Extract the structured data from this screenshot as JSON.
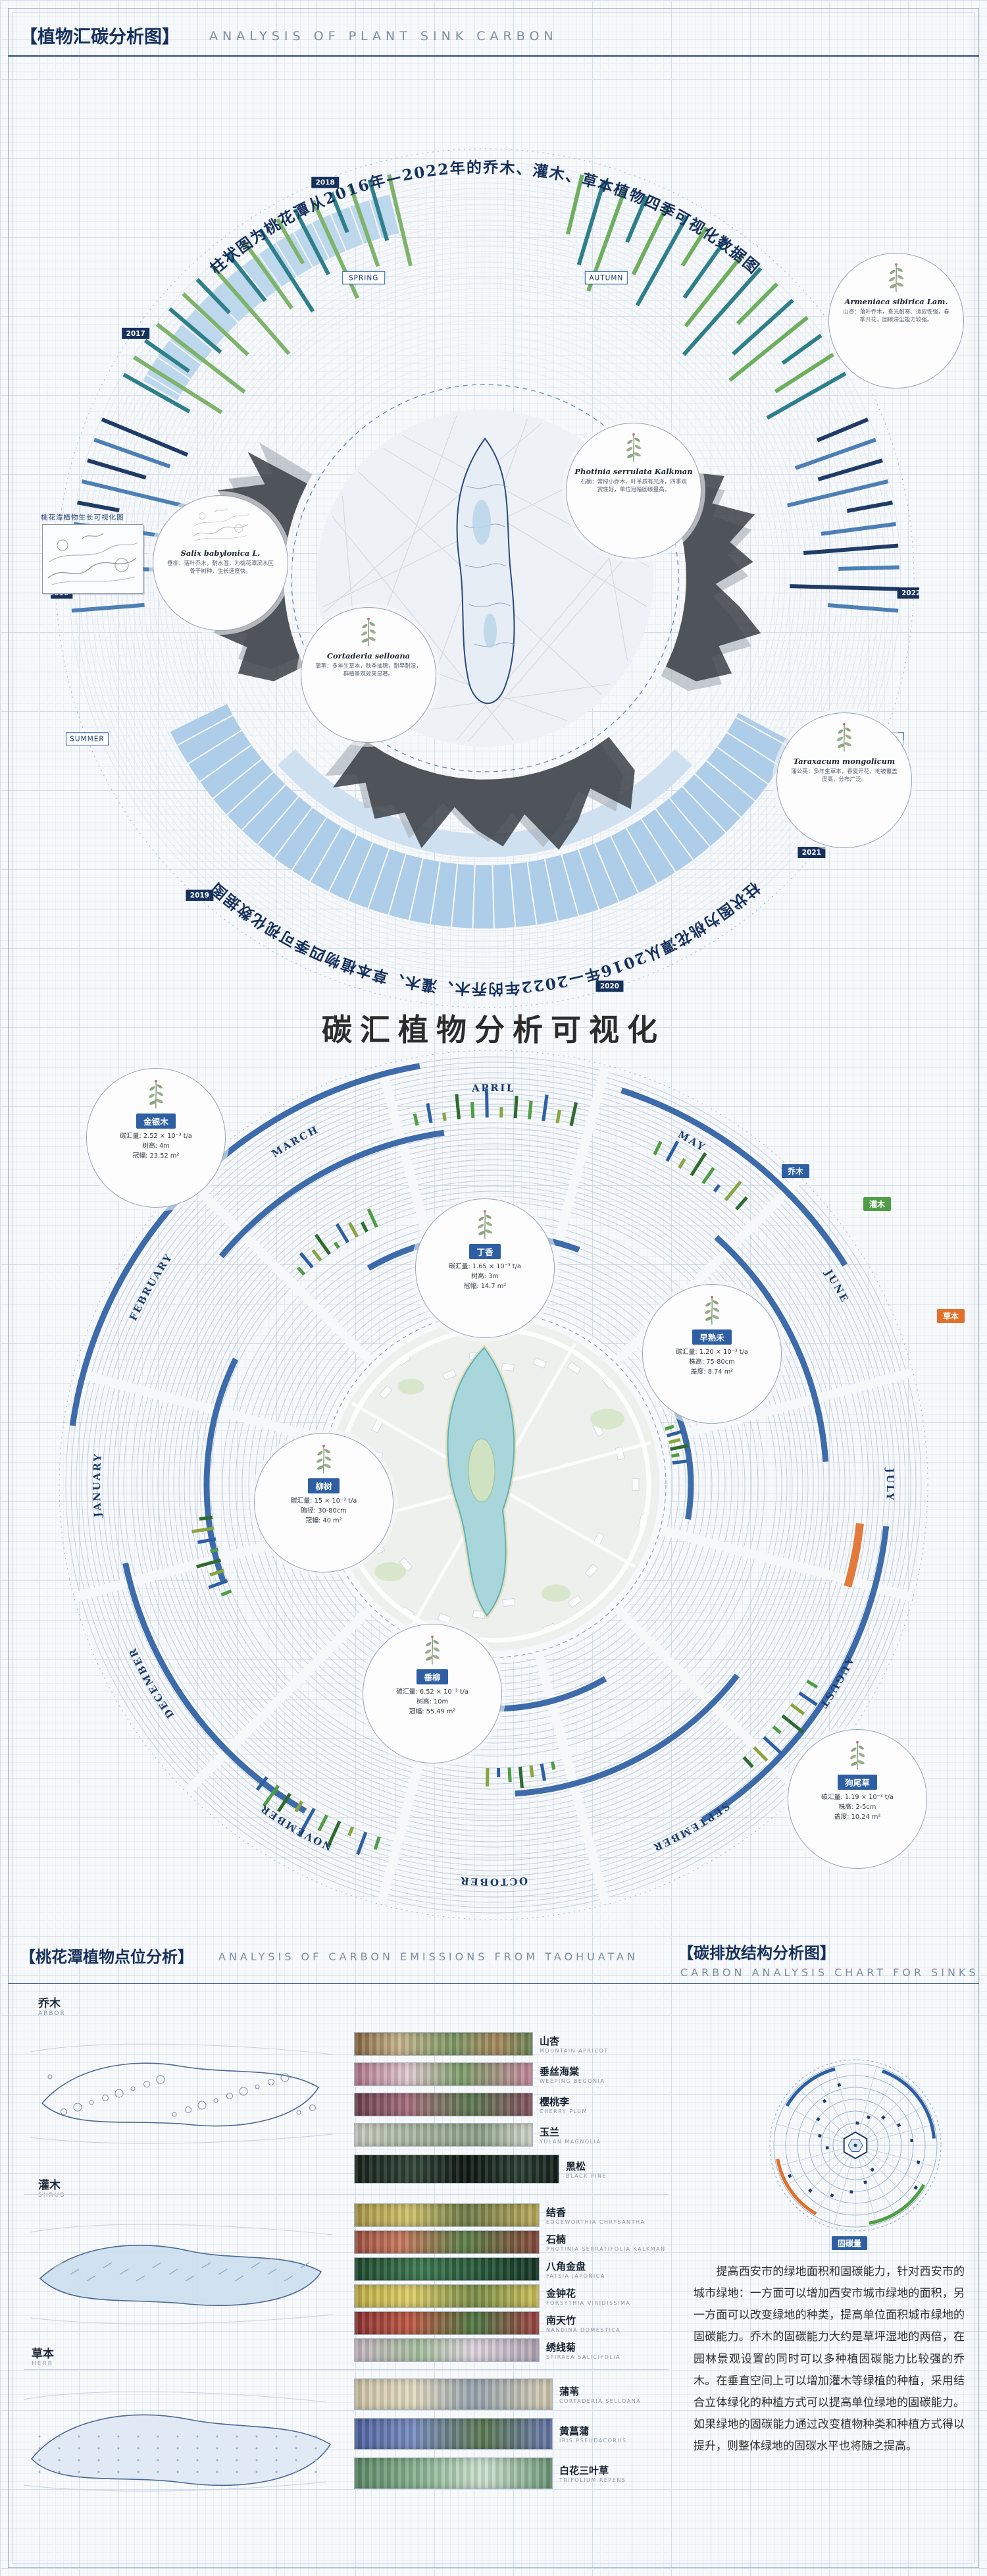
{
  "header": {
    "title_cn": "【植物汇碳分析图】",
    "title_en": "ANALYSIS OF PLANT SINK CARBON"
  },
  "colors": {
    "accent_navy": "#16305c",
    "accent_blue": "#2e5fa3",
    "teal": "#2e7f8a",
    "green": "#4f9d45",
    "orange": "#e0702a",
    "light_blue_band": "#aecde8"
  },
  "top_chart": {
    "arc_title": "柱状图为桃花潭从2016年—2022年的乔木、灌木、草本植物四季可视化数据图",
    "sketch_caption": "桃花潭植物生长可视化图",
    "seasons": [
      {
        "label": "SPRING",
        "angle": -22,
        "r": 492
      },
      {
        "label": "AUTUMN",
        "angle": 22,
        "r": 492
      },
      {
        "label": "WINTER",
        "angle": 112,
        "r": 652
      },
      {
        "label": "SUMMER",
        "angle": 248,
        "r": 652
      }
    ],
    "years": [
      {
        "label": "2016",
        "angle": 268
      },
      {
        "label": "2017",
        "angle": 305
      },
      {
        "label": "2018",
        "angle": 338
      },
      {
        "label": "2019",
        "angle": 222
      },
      {
        "label": "2020",
        "angle": 163
      },
      {
        "label": "2021",
        "angle": 130
      },
      {
        "label": "2022",
        "angle": 92
      }
    ],
    "bar_groups": [
      {
        "a0": -62,
        "a1": -12,
        "colors": [
          "#2e7f8a",
          "#7fb36b"
        ],
        "values": [
          0.62,
          0.85,
          0.44,
          0.91,
          0.55,
          0.73,
          0.38,
          0.96,
          0.5,
          0.68,
          0.8,
          0.42,
          0.6,
          0.88,
          0.35,
          0.7,
          0.52,
          0.77
        ]
      },
      {
        "a0": 12,
        "a1": 62,
        "colors": [
          "#6fae5e",
          "#2e7f8a"
        ],
        "values": [
          0.5,
          0.72,
          0.9,
          0.41,
          0.63,
          0.84,
          0.37,
          0.58,
          0.76,
          0.95,
          0.46,
          0.66,
          0.82,
          0.39,
          0.57,
          0.74
        ]
      },
      {
        "a0": 66,
        "a1": 96,
        "colors": [
          "#1f3b66",
          "#4d7fb5"
        ],
        "values": [
          0.45,
          0.7,
          0.55,
          0.85,
          0.38,
          0.62,
          0.78,
          0.5,
          0.9,
          0.58
        ]
      },
      {
        "a0": 264,
        "a1": 294,
        "colors": [
          "#4d7fb5",
          "#1f3b66"
        ],
        "values": [
          0.6,
          0.42,
          0.8,
          0.55,
          0.7,
          0.35,
          0.88,
          0.5,
          0.66,
          0.76
        ]
      }
    ],
    "mountains": [
      {
        "a0": 62,
        "a1": 116,
        "peaks": [
          0.3,
          0.7,
          0.45,
          0.9,
          0.55,
          0.8,
          0.35,
          0.65,
          0.95,
          0.5,
          0.75,
          0.4
        ]
      },
      {
        "a0": 142,
        "a1": 216,
        "peaks": [
          0.5,
          0.85,
          0.4,
          0.7,
          0.95,
          0.45,
          0.8,
          0.6,
          0.35,
          0.9,
          0.55,
          0.75,
          0.42,
          0.68
        ]
      },
      {
        "a0": 244,
        "a1": 298,
        "peaks": [
          0.4,
          0.75,
          0.55,
          0.9,
          0.35,
          0.7,
          0.85,
          0.5,
          0.65,
          0.95,
          0.45,
          0.8
        ]
      }
    ],
    "plants": [
      {
        "name": "Armeniaca sibirica Lam.",
        "desc": "山杏：落叶乔木，喜光耐寒、适应性强，春季开花，固碳滞尘能力较强。"
      },
      {
        "name": "Photinia serrulata Kalkman",
        "desc": "石楠：常绿小乔木，叶革质有光泽，四季观赏性好，单位冠幅固碳量高。"
      },
      {
        "name": "Salix babylonica L.",
        "desc": "垂柳：落叶乔木，耐水湿，为桃花潭滨水区骨干树种，生长速度快。"
      },
      {
        "name": "Cortaderia selloana",
        "desc": "蒲苇：多年生草本，秋季抽穗，耐旱耐湿，群植景观效果显著。"
      },
      {
        "name": "Taraxacum mongolicum",
        "desc": "蒲公英：多年生草本，春夏开花，地被覆盖度高，分布广泛。"
      }
    ]
  },
  "middle_chart": {
    "title": "碳汇植物分析可视化",
    "months": [
      "JANUARY",
      "FEBRUARY",
      "MARCH",
      "APRIL",
      "MAY",
      "JUNE",
      "JULY",
      "AUGUST",
      "SEPTEMBER",
      "OCTOBER",
      "NOVEMBER",
      "DECEMBER"
    ],
    "legend": [
      {
        "label": "乔木",
        "color": "#2e5fa3"
      },
      {
        "label": "灌木",
        "color": "#4f9d45"
      },
      {
        "label": "草本",
        "color": "#e0702a"
      }
    ],
    "blue_arcs": [
      {
        "r": 646,
        "a0": 278,
        "a1": 350
      },
      {
        "r": 630,
        "a0": 18,
        "a1": 58
      },
      {
        "r": 600,
        "a0": 96,
        "a1": 148
      },
      {
        "r": 572,
        "a0": 210,
        "a1": 258
      },
      {
        "r": 540,
        "a0": 310,
        "a1": 352
      },
      {
        "r": 506,
        "a0": 42,
        "a1": 86
      },
      {
        "r": 470,
        "a0": 128,
        "a1": 176
      },
      {
        "r": 436,
        "a0": 250,
        "a1": 296
      },
      {
        "r": 380,
        "a0": 330,
        "a1": 380
      },
      {
        "r": 340,
        "a0": 150,
        "a1": 210
      },
      {
        "r": 300,
        "a0": 60,
        "a1": 100
      },
      {
        "r": 560,
        "a0": 96,
        "a1": 106,
        "color": "#e0702a",
        "w": 12
      }
    ],
    "bar_clusters": [
      {
        "angle": -12,
        "base": 558,
        "values": [
          18,
          30,
          12,
          38,
          24,
          44,
          16,
          34,
          28,
          40,
          20,
          36
        ]
      },
      {
        "angle": 26,
        "base": 558,
        "values": [
          22,
          34,
          16,
          40,
          28,
          12,
          36,
          24
        ]
      },
      {
        "angle": 318,
        "base": 430,
        "values": [
          14,
          28,
          20,
          36,
          10,
          32,
          24,
          16,
          30
        ]
      },
      {
        "angle": 350,
        "base": 274,
        "values": [
          12,
          24,
          18,
          30,
          14,
          26,
          20
        ]
      },
      {
        "angle": 198,
        "base": 562,
        "values": [
          20,
          36,
          14,
          42,
          26,
          48,
          18,
          32,
          38,
          24
        ]
      },
      {
        "angle": 248,
        "base": 430,
        "values": [
          16,
          30,
          22,
          38,
          12,
          28,
          34,
          20
        ]
      },
      {
        "angle": 122,
        "base": 562,
        "values": [
          18,
          32,
          24,
          40,
          14,
          36,
          28,
          20
        ]
      },
      {
        "angle": 168,
        "base": 430,
        "values": [
          12,
          26,
          18,
          32,
          22,
          14,
          28
        ]
      },
      {
        "angle": 72,
        "base": 274,
        "values": [
          14,
          24,
          18,
          28,
          12,
          22
        ]
      }
    ],
    "plants": [
      {
        "name": "金银木",
        "s1": "碳汇量: 2.52 × 10⁻³ t/a",
        "s2": "树高: 4m",
        "s3": "冠幅: 23.52 m²"
      },
      {
        "name": "丁香",
        "s1": "碳汇量: 1.65 × 10⁻³ t/a",
        "s2": "树高: 3m",
        "s3": "冠幅: 14.7 m²"
      },
      {
        "name": "早熟禾",
        "s1": "碳汇量: 1.20 × 10⁻³ t/a",
        "s2": "株高: 75-80cm",
        "s3": "盖度: 8.74 m²"
      },
      {
        "name": "柳树",
        "s1": "碳汇量: 15 × 10⁻³ t/a",
        "s2": "胸径: 30-80cm",
        "s3": "冠幅: 40 m²"
      },
      {
        "name": "垂柳",
        "s1": "碳汇量: 6.52 × 10⁻³ t/a",
        "s2": "树高: 10m",
        "s3": "冠幅: 55.49 m²"
      },
      {
        "name": "狗尾草",
        "s1": "碳汇量: 1.19 × 10⁻³ t/a",
        "s2": "株高: 2-5cm",
        "s3": "盖度: 10.24 m²"
      }
    ]
  },
  "section3": {
    "left_title_cn": "【桃花潭植物点位分析】",
    "left_title_en": "ANALYSIS OF CARBON EMISSIONS FROM TAOHUATAN",
    "right_title_cn": "【碳排放结构分析图】",
    "right_title_en": "CARBON ANALYSIS CHART FOR SINKS",
    "groups": [
      {
        "cn": "乔木",
        "en": "ARBOR"
      },
      {
        "cn": "灌木",
        "en": "SHRUB"
      },
      {
        "cn": "草本",
        "en": "HERB"
      }
    ],
    "species": [
      {
        "cn": "山杏",
        "en": "MOUNTAIN APRICOT"
      },
      {
        "cn": "垂丝海棠",
        "en": "WEEPING BEGONIA"
      },
      {
        "cn": "樱桃李",
        "en": "CHERRY PLUM"
      },
      {
        "cn": "玉兰",
        "en": "YULAN MAGNOLIA"
      },
      {
        "cn": "黑松",
        "en": "BLACK PINE"
      },
      {
        "cn": "结香",
        "en": "EDGEWORTHIA CHRYSANTHA"
      },
      {
        "cn": "石楠",
        "en": "PHOTINIA SERRATIFOLIA KALKMAN"
      },
      {
        "cn": "八角金盘",
        "en": "FATSIA JAPONICA"
      },
      {
        "cn": "金钟花",
        "en": "FORSYTHIA VIRIDISSIMA"
      },
      {
        "cn": "南天竹",
        "en": "NANDINA DOMESTICA"
      },
      {
        "cn": "绣线菊",
        "en": "SPIRAEA SALICIFOLIA"
      },
      {
        "cn": "蒲苇",
        "en": "CORTADERIA SELLOANA"
      },
      {
        "cn": "黄菖蒲",
        "en": "IRIS PSEUDACORUS"
      },
      {
        "cn": "白花三叶草",
        "en": "TRIFOLIUM REPENS"
      }
    ],
    "struct_tag": "固碳量",
    "paragraph": "　　提高西安市的绿地面积和固碳能力，针对西安市的城市绿地：一方面可以增加西安市城市绿地的面积，另一方面可以改变绿地的种类，提高单位面积城市绿地的固碳能力。乔木的固碳能力大约是草坪湿地的两倍，在园林景观设置的同时可以多种植固碳能力比较强的乔木。在垂直空间上可以增加灌木等绿植的种植，采用结合立体绿化的种植方式可以提高单位绿地的固碳能力。如果绿地的固碳能力通过改变植物种类和种植方式得以提升，则整体绿地的固碳水平也将随之提高。"
  }
}
